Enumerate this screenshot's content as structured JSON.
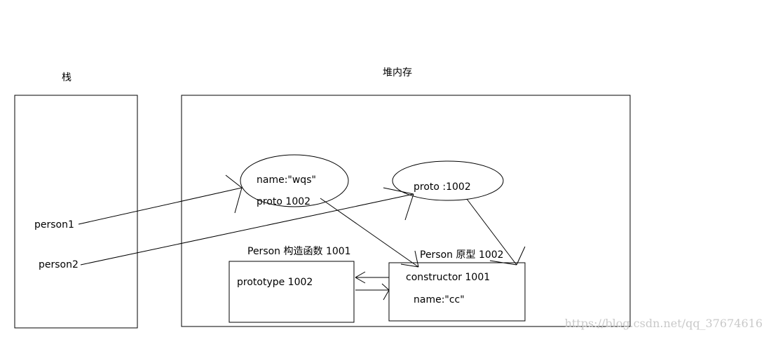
{
  "labels": {
    "stack_title": "栈",
    "heap_title": "堆内存",
    "person1": "person1",
    "person2": "person2",
    "obj1_name": "name:\"wqs\"",
    "obj1_proto": "proto 1002",
    "obj2_proto": "proto  :1002",
    "ctor_title": "Person 构造函数  1001",
    "ctor_prop": "prototype   1002",
    "proto_title": "Person 原型  1002",
    "proto_ctor": "constructor  1001",
    "proto_name": "name:\"cc\"",
    "watermark": "https://blog.csdn.net/qq_37674616"
  }
}
